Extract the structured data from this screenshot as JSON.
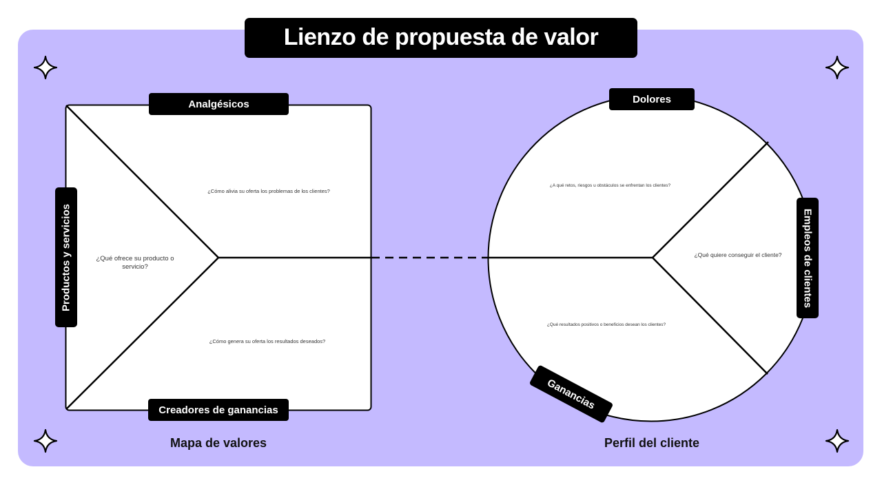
{
  "title": "Lienzo de propuesta de valor",
  "colors": {
    "background": "#c4baff",
    "pill": "#000000",
    "panel": "#ffffff",
    "stroke": "#000000"
  },
  "value_map": {
    "caption": "Mapa de valores",
    "sections": {
      "top_label": "Analgésicos",
      "left_label": "Productos y servicios",
      "bottom_label": "Creadores de ganancias"
    },
    "questions": {
      "pain_relievers": "¿Cómo alivia su oferta los problemas de los clientes?",
      "products_services": "¿Qué ofrece su producto o servicio?",
      "gain_creators": "¿Cómo genera su oferta los resultados deseados?"
    }
  },
  "customer_profile": {
    "caption": "Perfil del cliente",
    "sections": {
      "top_label": "Dolores",
      "right_label": "Empleos de clientes",
      "bottom_label": "Ganancias"
    },
    "questions": {
      "pains": "¿A qué retos, riesgos u obstáculos se enfrentan los clientes?",
      "jobs": "¿Qué quiere conseguir el cliente?",
      "gains": "¿Qué resultados positivos o beneficios desean los clientes?"
    }
  },
  "decorations": [
    "sparkle-icon",
    "sparkle-icon",
    "sparkle-icon",
    "sparkle-icon"
  ]
}
